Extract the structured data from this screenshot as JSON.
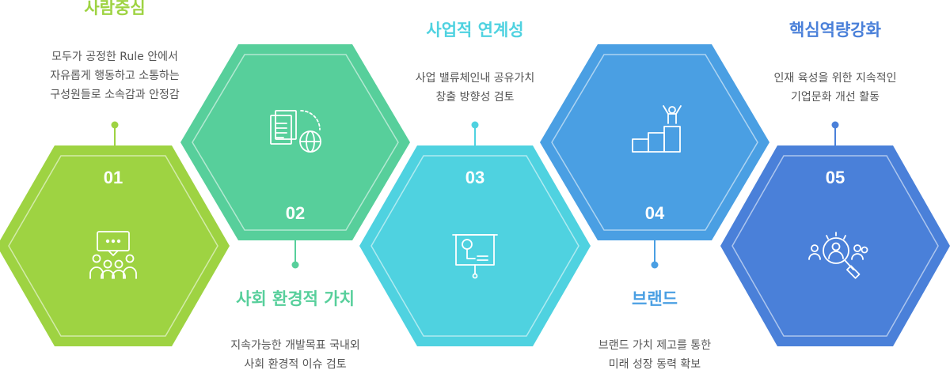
{
  "colors": {
    "s1": "#9ed342",
    "s2": "#57cf9b",
    "s3": "#4fd2e0",
    "s4": "#4a9fe3",
    "s5": "#4a80d9"
  },
  "steps": [
    {
      "number": "01",
      "title": "사람중심",
      "desc_line1": "모두가 공정한 Rule 안에서",
      "desc_line2": "자유롭게 행동하고 소통하는",
      "desc_line3": "구성원들로 소속감과 안정감",
      "icon": "people-chat-icon"
    },
    {
      "number": "02",
      "title": "사회 환경적 가치",
      "desc_line1": "지속가능한 개발목표 국내외",
      "desc_line2": "사회 환경적 이슈 검토",
      "icon": "documents-globe-icon"
    },
    {
      "number": "03",
      "title": "사업적 연계성",
      "desc_line1": "사업 밸류체인내 공유가치",
      "desc_line2": "창출 방향성 검토",
      "icon": "presentation-board-icon"
    },
    {
      "number": "04",
      "title": "브랜드",
      "desc_line1": "브랜드 가치 제고를 통한",
      "desc_line2": "미래 성장 동력 확보",
      "icon": "podium-winner-icon"
    },
    {
      "number": "05",
      "title": "핵심역량강화",
      "desc_line1": "인재 육성을 위한 지속적인",
      "desc_line2": "기업문화 개선 활동",
      "icon": "talent-search-icon"
    }
  ]
}
